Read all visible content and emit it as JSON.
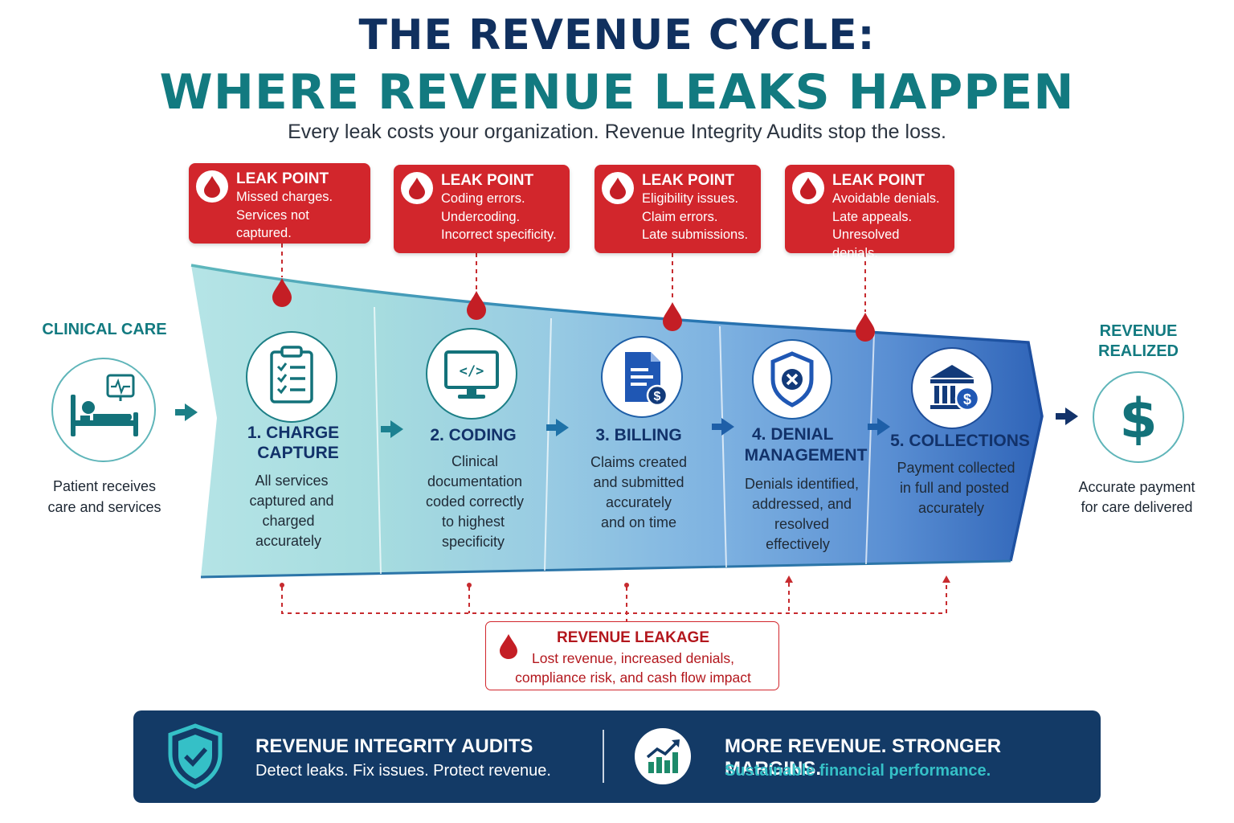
{
  "title_line1": "THE REVENUE CYCLE:",
  "title_line2": "WHERE REVENUE LEAKS HAPPEN",
  "subtitle": "Every leak costs your organization. Revenue Integrity Audits stop the loss.",
  "leak_points": [
    {
      "title": "LEAK POINT",
      "lines": [
        "Missed charges.",
        "Services not captured."
      ]
    },
    {
      "title": "LEAK POINT",
      "lines": [
        "Coding errors.",
        "Undercoding.",
        "Incorrect specificity."
      ]
    },
    {
      "title": "LEAK POINT",
      "lines": [
        "Eligibility issues.",
        "Claim errors.",
        "Late submissions."
      ]
    },
    {
      "title": "LEAK POINT",
      "lines": [
        "Avoidable denials.",
        "Late appeals.",
        "Unresolved denials."
      ]
    }
  ],
  "clinical_care": {
    "heading": "CLINICAL CARE",
    "lines": [
      "Patient receives",
      "care and services"
    ],
    "icon": "patient-bed-monitor-icon"
  },
  "stages": [
    {
      "title_lines": [
        "1. CHARGE",
        "CAPTURE"
      ],
      "desc_lines": [
        "All services",
        "captured and",
        "charged",
        "accurately"
      ],
      "icon": "clipboard-checklist-icon"
    },
    {
      "title_lines": [
        "2. CODING"
      ],
      "desc_lines": [
        "Clinical",
        "documentation",
        "coded correctly",
        "to highest",
        "specificity"
      ],
      "icon": "computer-code-icon"
    },
    {
      "title_lines": [
        "3. BILLING"
      ],
      "desc_lines": [
        "Claims created",
        "and submitted",
        "accurately",
        "and on time"
      ],
      "icon": "invoice-dollar-icon"
    },
    {
      "title_lines": [
        "4. DENIAL",
        "MANAGEMENT"
      ],
      "desc_lines": [
        "Denials identified,",
        "addressed, and",
        "resolved",
        "effectively"
      ],
      "icon": "shield-x-icon"
    },
    {
      "title_lines": [
        "5. COLLECTIONS"
      ],
      "desc_lines": [
        "Payment collected",
        "in full and posted",
        "accurately"
      ],
      "icon": "bank-dollar-icon"
    }
  ],
  "revenue_realized": {
    "heading_lines": [
      "REVENUE",
      "REALIZED"
    ],
    "lines": [
      "Accurate payment",
      "for care delivered"
    ],
    "icon": "dollar-sign-icon"
  },
  "revenue_leakage": {
    "title": "REVENUE LEAKAGE",
    "lines": [
      "Lost revenue, increased denials,",
      "compliance risk, and cash flow impact"
    ]
  },
  "banner": {
    "left_heading": "REVENUE INTEGRITY AUDITS",
    "left_sub": "Detect leaks. Fix issues. Protect revenue.",
    "right_heading": "MORE REVENUE. STRONGER MARGINS.",
    "right_sub": "Sustainable financial performance.",
    "left_icon": "shield-check-icon",
    "right_icon": "growth-chart-icon"
  },
  "colors": {
    "navy": "#10305f",
    "teal": "#127a80",
    "leak_red": "#d2262c",
    "banner_bg": "#133a66",
    "banner_accent": "#35c0c7"
  }
}
